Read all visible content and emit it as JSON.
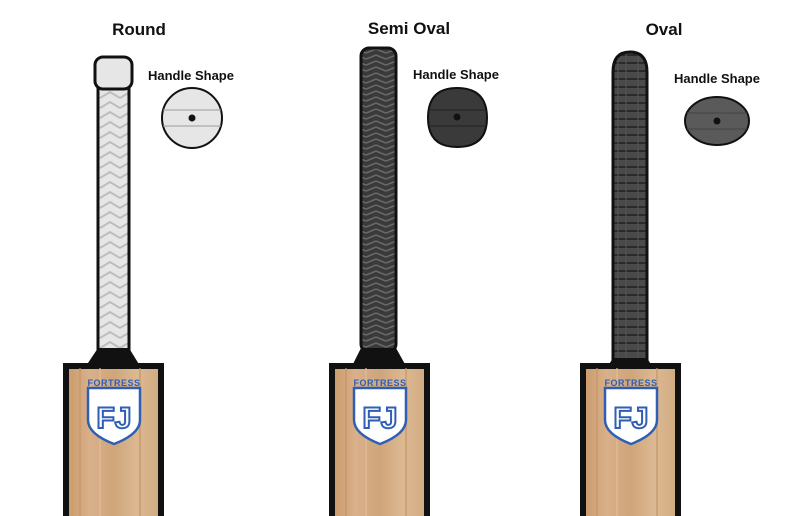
{
  "bats": [
    {
      "title": "Round",
      "shape_label": "Handle Shape",
      "handle_color": "#e6e6e6",
      "grip_color": "#cfcfcf",
      "shape_color": "#e6e6e6",
      "brand": "FORTRESS",
      "logo": "FJ"
    },
    {
      "title": "Semi Oval",
      "shape_label": "Handle Shape",
      "handle_color": "#3a3a3a",
      "grip_color": "#5a5a5a",
      "shape_color": "#3a3a3a",
      "brand": "FORTRESS",
      "logo": "FJ"
    },
    {
      "title": "Oval",
      "shape_label": "Handle Shape",
      "handle_color": "#4a4a4a",
      "grip_color": "#2e2e2e",
      "shape_color": "#5a5a5a",
      "brand": "FORTRESS",
      "logo": "FJ"
    }
  ],
  "colors": {
    "blade_wood": "#d2aa80",
    "blade_outline": "#111111",
    "brand_blue": "#2f5fb4"
  }
}
